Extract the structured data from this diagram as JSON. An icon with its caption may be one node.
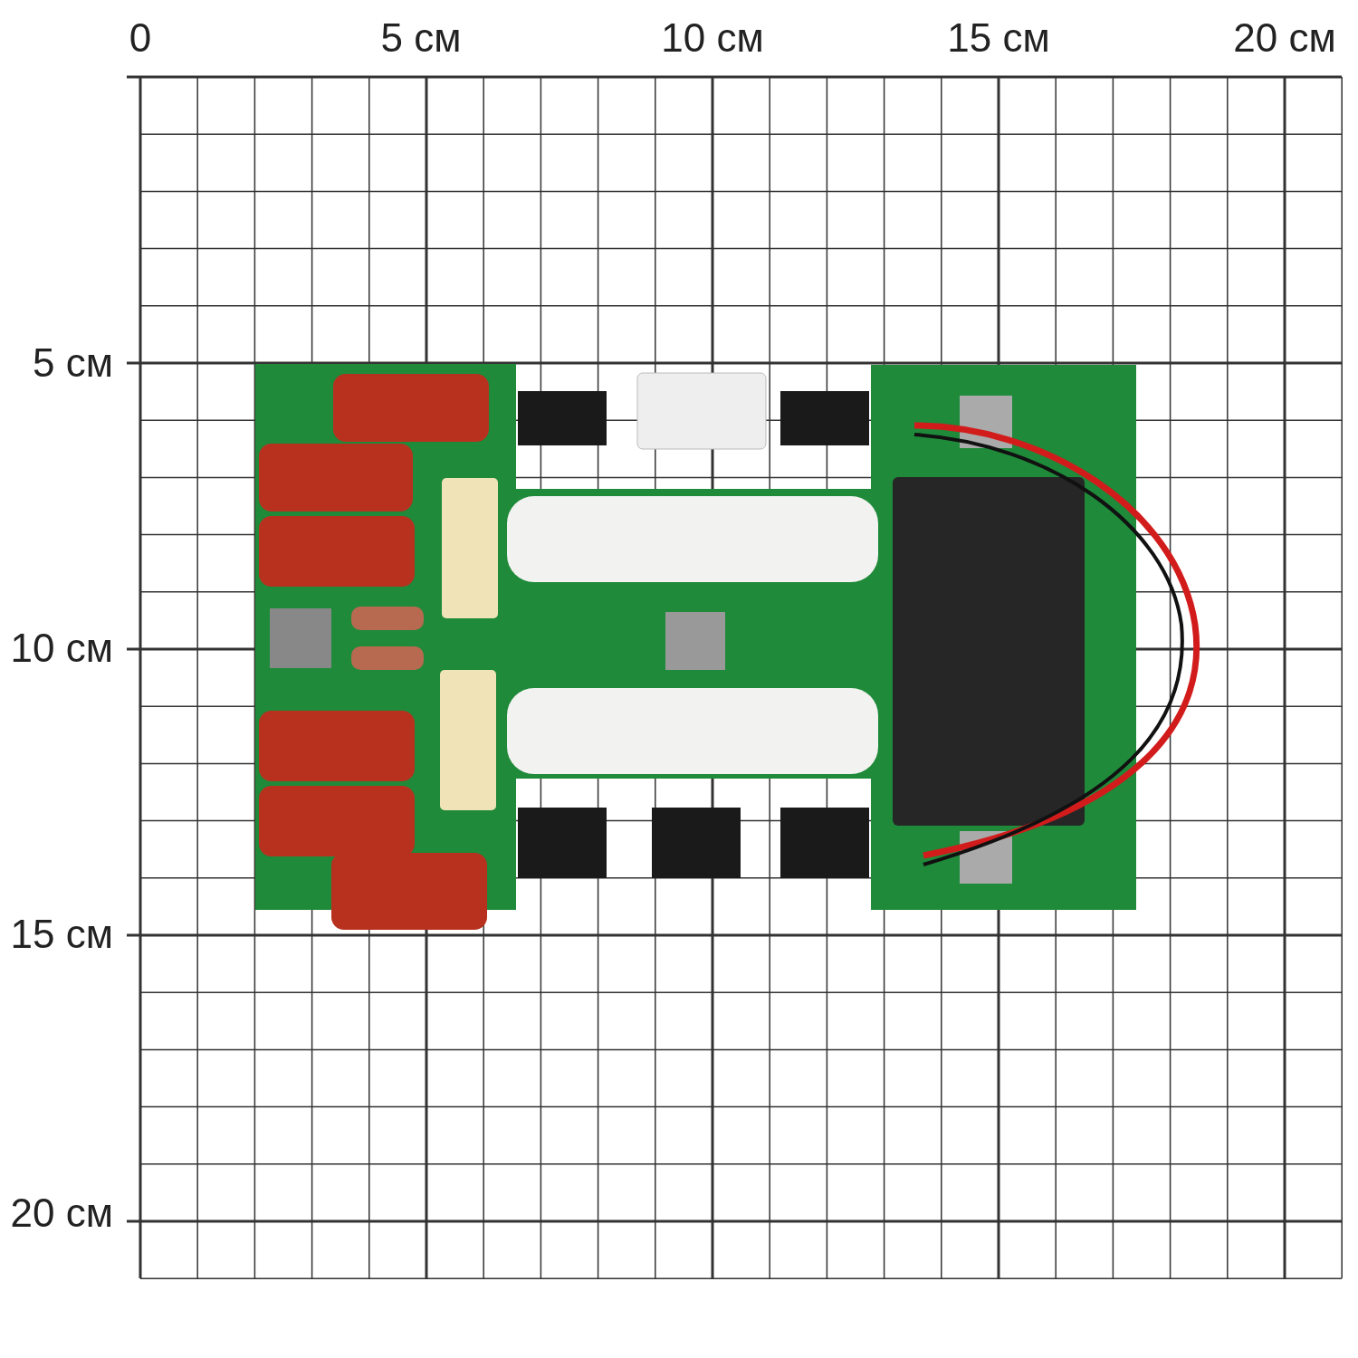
{
  "diagram": {
    "labels": [
      "0",
      "5 см",
      "10 см",
      "15 см",
      "20 см",
      "5 см",
      "10 см",
      "15 см",
      "20 см"
    ]
  }
}
